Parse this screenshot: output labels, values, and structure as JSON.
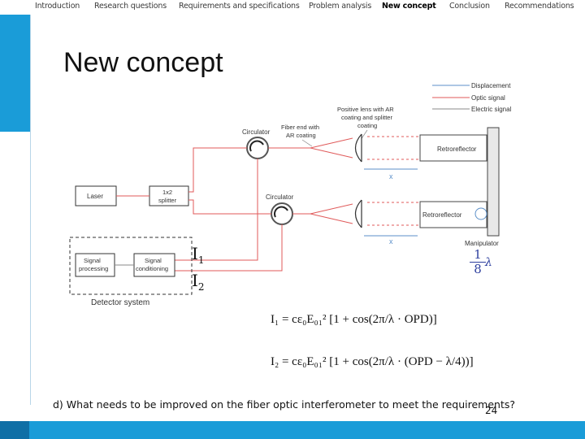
{
  "nav": {
    "items": [
      {
        "label": "Introduction"
      },
      {
        "label": "Research questions"
      },
      {
        "label": "Requirements and specifications"
      },
      {
        "label": "Problem analysis"
      },
      {
        "label": "New concept"
      },
      {
        "label": "Conclusion"
      },
      {
        "label": "Recommendations"
      }
    ],
    "active": "New concept"
  },
  "slide": {
    "title": "New concept",
    "question": "d) What needs to be improved on the fiber optic interferometer to meet the requirements?",
    "page_number": "24"
  },
  "diagram": {
    "legend": {
      "displacement": "Displacement",
      "optic": "Optic signal",
      "electric": "Electric signal"
    },
    "labels": {
      "lens": "Positive lens with AR coating and splitter coating",
      "fiber_end": "Fiber end with AR coating",
      "circulator1": "Circulator",
      "circulator2": "Circulator",
      "laser": "Laser",
      "splitter": "1x2 splitter",
      "retro1": "Retroreflector",
      "retro2": "Retroreflector",
      "x1": "x",
      "x2": "x",
      "manipulator": "Manipulator",
      "signal_processing": "Signal processing",
      "signal_conditioning": "Signal conditioning",
      "detector_system": "Detector system"
    },
    "intensity_labels": {
      "i1": "I",
      "i1_sub": "1",
      "i2": "I",
      "i2_sub": "2"
    },
    "fraction": {
      "numerator": "1",
      "denominator": "8",
      "symbol": "λ"
    }
  },
  "equations": {
    "eq1": "I₁ = cε₀E₀₁² [1 + cos(2π/λ · OPD)]",
    "eq2": "I₂ = cε₀E₀₁² [1 + cos(2π/λ · (OPD − λ/4))]"
  },
  "colors": {
    "accent": "#1a9cd8",
    "accent_dark": "#0f6fa6",
    "displacement_line": "#5b8fc9",
    "optic_line": "#e05a5a",
    "electric_line": "#888888"
  }
}
